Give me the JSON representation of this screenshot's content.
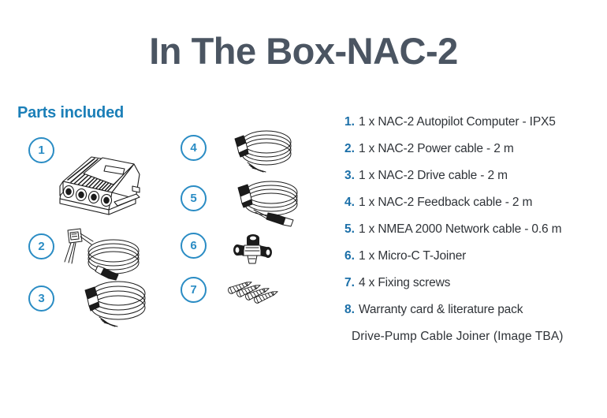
{
  "page": {
    "title": "In The Box-NAC-2",
    "background_color": "#ffffff",
    "title_color": "#4b5562",
    "accent_color": "#2a8cc4",
    "list_number_color": "#1b6fa8",
    "list_text_color": "#2f3338"
  },
  "parts_section": {
    "heading": "Parts included",
    "callouts": [
      {
        "number": "1",
        "icon": "nac-2-autopilot-computer-illustration"
      },
      {
        "number": "2",
        "icon": "power-cable-illustration"
      },
      {
        "number": "3",
        "icon": "drive-cable-illustration"
      },
      {
        "number": "4",
        "icon": "feedback-cable-illustration"
      },
      {
        "number": "5",
        "icon": "network-cable-illustration"
      },
      {
        "number": "6",
        "icon": "micro-c-t-joiner-illustration"
      },
      {
        "number": "7",
        "icon": "fixing-screws-illustration"
      }
    ]
  },
  "parts_list": [
    {
      "number": "1.",
      "text": "1 x NAC-2 Autopilot Computer - IPX5"
    },
    {
      "number": "2.",
      "text": "1 x NAC-2 Power cable - 2 m"
    },
    {
      "number": "3.",
      "text": "1 x NAC-2 Drive cable - 2 m"
    },
    {
      "number": "4.",
      "text": "1 x NAC-2 Feedback cable - 2 m"
    },
    {
      "number": "5.",
      "text": "1 x NMEA 2000 Network cable - 0.6 m"
    },
    {
      "number": "6.",
      "text": "1 x Micro-C T-Joiner"
    },
    {
      "number": "7.",
      "text": "4 x Fixing screws"
    },
    {
      "number": "8.",
      "text": "Warranty card & literature pack"
    },
    {
      "number": "",
      "text": "Drive-Pump Cable Joiner (Image TBA)"
    }
  ]
}
